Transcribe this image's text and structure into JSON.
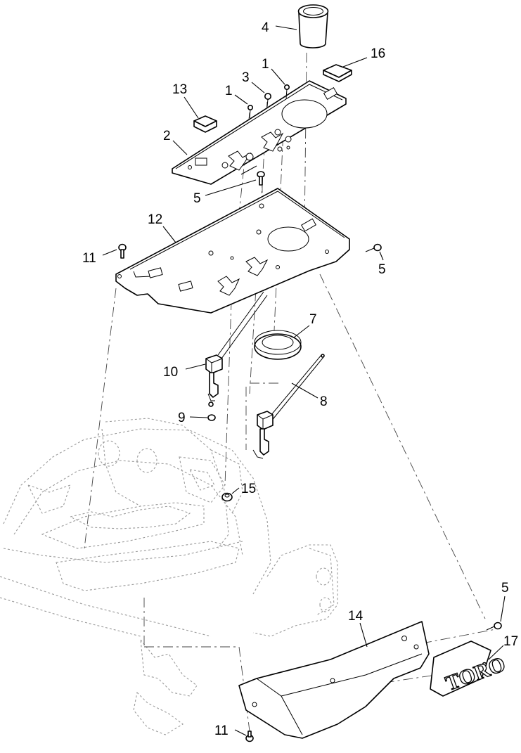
{
  "callouts": {
    "c1a": "1",
    "c1b": "1",
    "c2": "2",
    "c3": "3",
    "c4": "4",
    "c5a": "5",
    "c5b": "5",
    "c5c": "5",
    "c7": "7",
    "c8": "8",
    "c9": "9",
    "c10": "10",
    "c11a": "11",
    "c11b": "11",
    "c12": "12",
    "c13": "13",
    "c14": "14",
    "c15": "15",
    "c16": "16",
    "c17": "17"
  },
  "decal_17": {
    "logo_text": "TORO"
  }
}
